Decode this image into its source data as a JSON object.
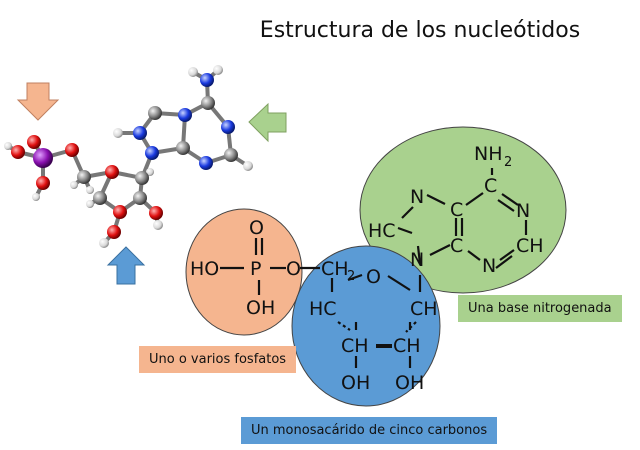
{
  "title": "Estructura de los nucleótidos",
  "labels": {
    "phosphate": "Uno o varios fosfatos",
    "base": "Una base nitrogenada",
    "sugar": "Un monosacárido de cinco carbonos"
  },
  "atoms": {
    "O": "O",
    "HO": "HO",
    "P": "P",
    "OH": "OH",
    "CH2": "CH",
    "two": "2",
    "HC": "HC",
    "CH": "CH",
    "N": "N",
    "C": "C",
    "NH2": "NH"
  },
  "colors": {
    "phosphate": "#f5b58f",
    "base": "#a9d18e",
    "sugar": "#5b9bd5",
    "arrow_orange": "#f5b58f",
    "arrow_green": "#a9d18e",
    "arrow_blue": "#5b9bd5"
  }
}
